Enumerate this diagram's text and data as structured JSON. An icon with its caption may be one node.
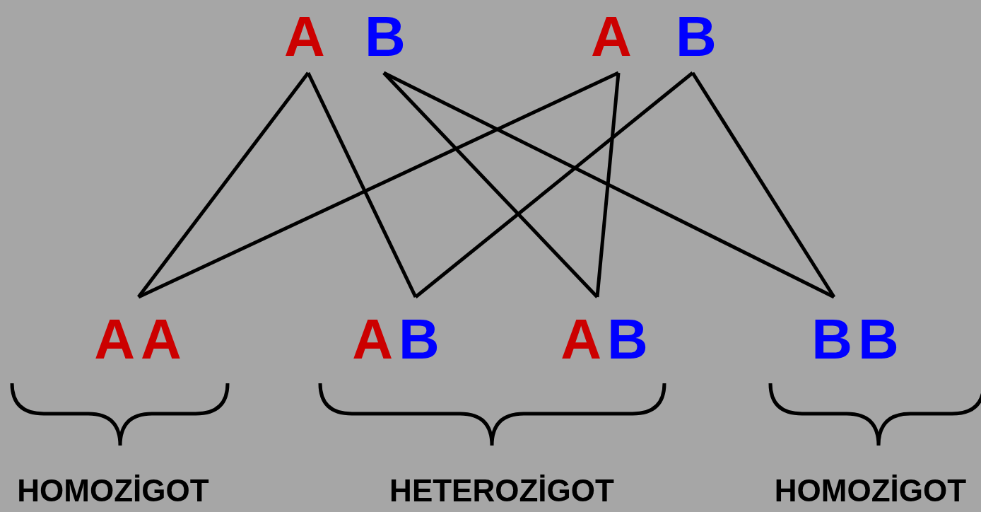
{
  "diagram": {
    "nodes": [
      {
        "text": [
          "A"
        ]
      },
      {
        "text": [
          "B"
        ]
      },
      {
        "text": [
          "A"
        ]
      },
      {
        "text": [
          "B"
        ]
      },
      {
        "text": [
          "A",
          "A"
        ]
      },
      {
        "text": [
          "A",
          "B"
        ]
      },
      {
        "text": [
          "A",
          "B"
        ]
      },
      {
        "text": [
          "B",
          "B"
        ]
      }
    ],
    "edges": [
      {
        "from": 0,
        "to": 4,
        "arrow": "none"
      },
      {
        "from": 0,
        "to": 5,
        "arrow": "none"
      },
      {
        "from": 1,
        "to": 6,
        "arrow": "none"
      },
      {
        "from": 1,
        "to": 7,
        "arrow": "none"
      },
      {
        "from": 2,
        "to": 4,
        "arrow": "none"
      },
      {
        "from": 2,
        "to": 6,
        "arrow": "none"
      },
      {
        "from": 3,
        "to": 5,
        "arrow": "none"
      },
      {
        "from": 3,
        "to": 7,
        "arrow": "none"
      }
    ],
    "labels": [
      "HOMOZİGOT",
      "HETEROZİGOT",
      "HOMOZİGOT"
    ]
  }
}
